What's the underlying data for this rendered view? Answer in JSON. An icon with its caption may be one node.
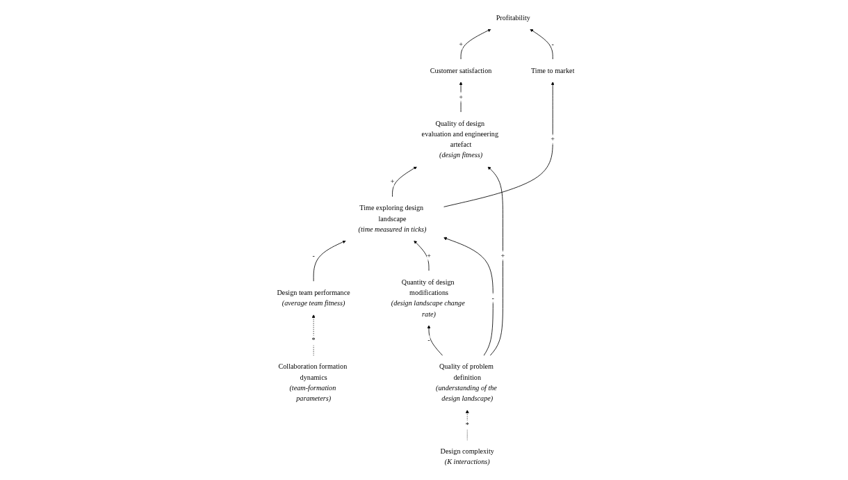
{
  "diagram": {
    "nodes": [
      {
        "text": [
          "Profitability"
        ]
      },
      {
        "text": [
          "Customer satisfaction"
        ]
      },
      {
        "text": [
          "Time to market"
        ]
      },
      {
        "text": [
          "Quality of design evaluation and engineering artefact",
          "(design fitness)"
        ]
      },
      {
        "text": [
          "Time exploring design landscape",
          "(time measured in ticks)"
        ]
      },
      {
        "text": [
          "Design team performance",
          "(average team fitness)"
        ]
      },
      {
        "text": [
          "Quantity of design modifications",
          "(design landscape change rate)"
        ]
      },
      {
        "text": [
          "Design complexity",
          "(K interactions)"
        ]
      },
      {
        "text": [
          "Collaboration formation dynamics",
          "(team-formation parameters)"
        ]
      },
      {
        "text": [
          "Quality of problem definition",
          "(understanding of the design landscape)"
        ]
      }
    ],
    "edges": [
      {
        "from": 1,
        "to": 0,
        "arrow": "to",
        "label": "+"
      },
      {
        "from": 2,
        "to": 0,
        "arrow": "to",
        "label": "-"
      },
      {
        "from": 3,
        "to": 1,
        "arrow": "to",
        "label": "+"
      },
      {
        "from": 4,
        "to": 2,
        "arrow": "to",
        "label": "+"
      },
      {
        "from": 4,
        "to": 3,
        "arrow": "to",
        "label": "+"
      },
      {
        "from": 5,
        "to": 4,
        "arrow": "to",
        "label": "-"
      },
      {
        "from": 6,
        "to": 4,
        "arrow": "to",
        "label": "+"
      },
      {
        "from": 9,
        "to": 3,
        "arrow": "to",
        "label": "+"
      },
      {
        "from": 9,
        "to": 6,
        "arrow": "to",
        "label": "-"
      },
      {
        "from": 9,
        "to": 4,
        "arrow": "to",
        "label": "-"
      },
      {
        "from": 7,
        "to": 9,
        "arrow": "to",
        "label": "*",
        "style": "dashed"
      },
      {
        "from": 8,
        "to": 5,
        "arrow": "to",
        "label": "*",
        "style": "dashed"
      }
    ]
  }
}
